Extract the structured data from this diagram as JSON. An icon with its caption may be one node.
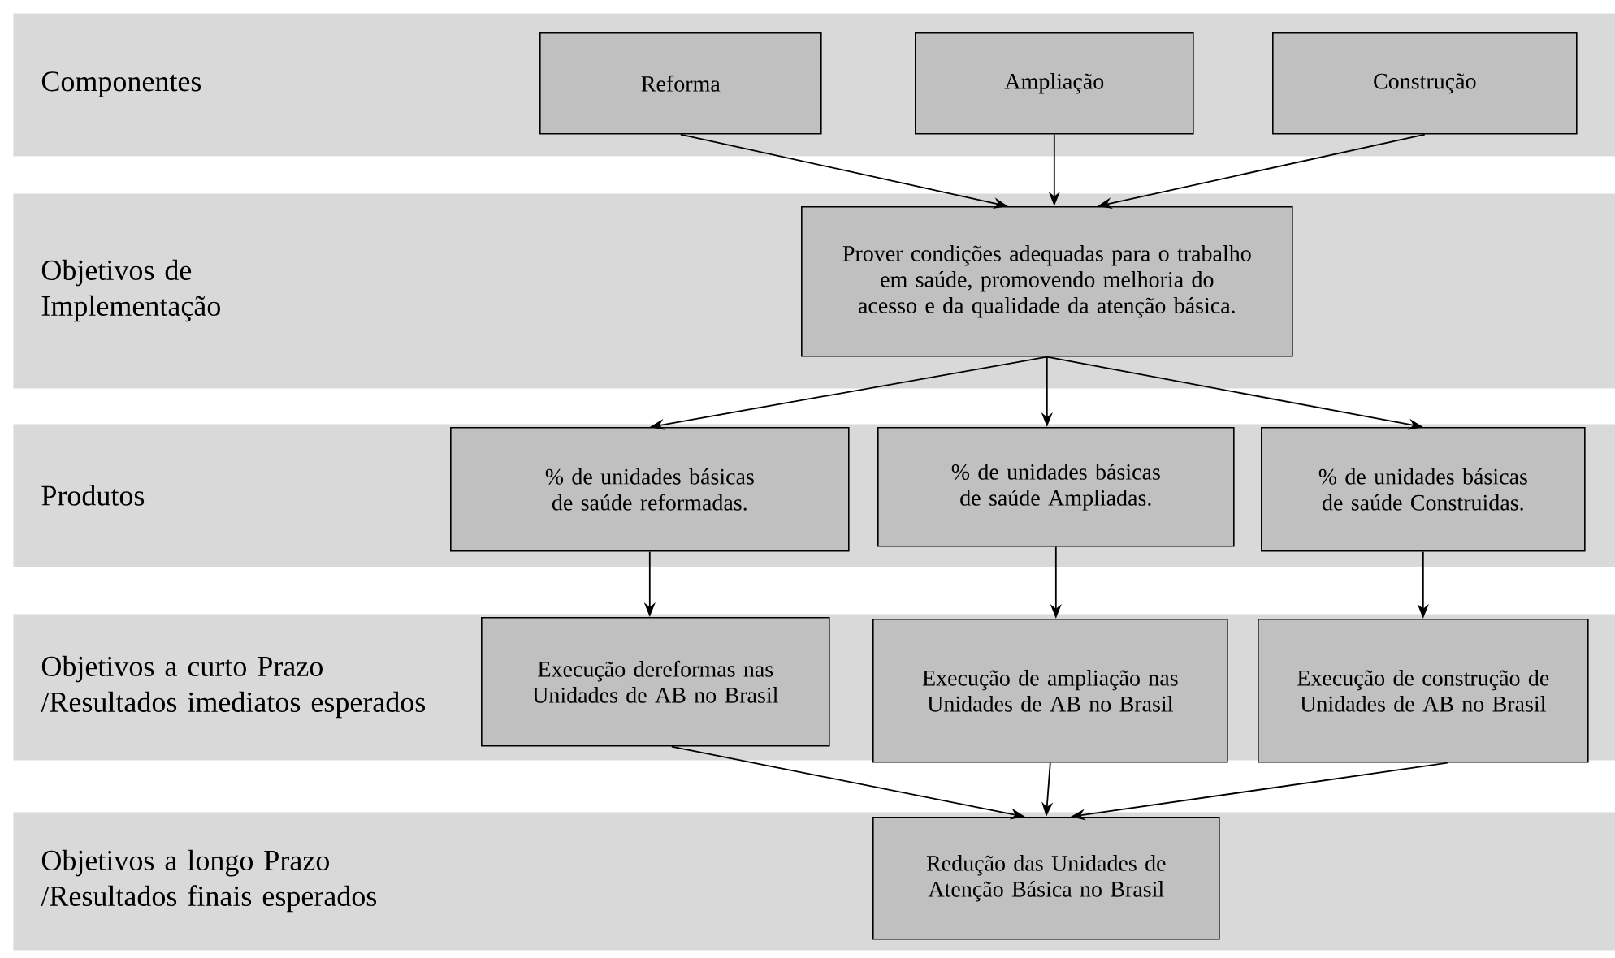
{
  "diagram": {
    "nodes": [
      {
        "text": [
          "Componentes"
        ]
      },
      {
        "text": [
          "Reforma"
        ],
        "in": 0
      },
      {
        "text": [
          "Ampliação"
        ],
        "in": 0
      },
      {
        "text": [
          "Construção"
        ],
        "in": 0
      },
      {
        "text": [
          "Objetivos de Implementação"
        ]
      },
      {
        "text": [
          "Prover condições adequadas para o trabalho em saúde, promovendo melhoria do acesso e da qualidade da atenção básica."
        ],
        "in": 4
      },
      {
        "text": [
          "Produtos"
        ]
      },
      {
        "text": [
          "% de unidades básicas de saúde reformadas."
        ],
        "in": 6
      },
      {
        "text": [
          "% de unidades básicas de saúde Ampliadas."
        ],
        "in": 6
      },
      {
        "text": [
          "% de unidades básicas de saúde Construidas."
        ],
        "in": 6
      },
      {
        "text": [
          "Objetivos a curto Prazo /Resultados imediatos esperados"
        ]
      },
      {
        "text": [
          "Execução dereformas nas Unidades de AB no Brasil"
        ],
        "in": 10
      },
      {
        "text": [
          "Execução de ampliação nas Unidades de AB no Brasil"
        ],
        "in": 10
      },
      {
        "text": [
          "Execução de construção de Unidades de AB no Brasil"
        ],
        "in": 10
      },
      {
        "text": [
          "Objetivos a longo Prazo /Resultados finais esperados"
        ]
      },
      {
        "text": [
          "Redução das Unidades de Atenção Básica no Brasil"
        ],
        "in": 14
      }
    ],
    "edges": [
      {
        "from": 1,
        "to": 5,
        "arrow": "to"
      },
      {
        "from": 2,
        "to": 5,
        "arrow": "to"
      },
      {
        "from": 3,
        "to": 5,
        "arrow": "to"
      },
      {
        "from": 5,
        "to": 7,
        "arrow": "to"
      },
      {
        "from": 5,
        "to": 8,
        "arrow": "to"
      },
      {
        "from": 5,
        "to": 9,
        "arrow": "to"
      },
      {
        "from": 7,
        "to": 11,
        "arrow": "to"
      },
      {
        "from": 8,
        "to": 12,
        "arrow": "to"
      },
      {
        "from": 9,
        "to": 13,
        "arrow": "to"
      },
      {
        "from": 11,
        "to": 15,
        "arrow": "to"
      },
      {
        "from": 12,
        "to": 15,
        "arrow": "to"
      },
      {
        "from": 13,
        "to": 15,
        "arrow": "to"
      }
    ]
  }
}
